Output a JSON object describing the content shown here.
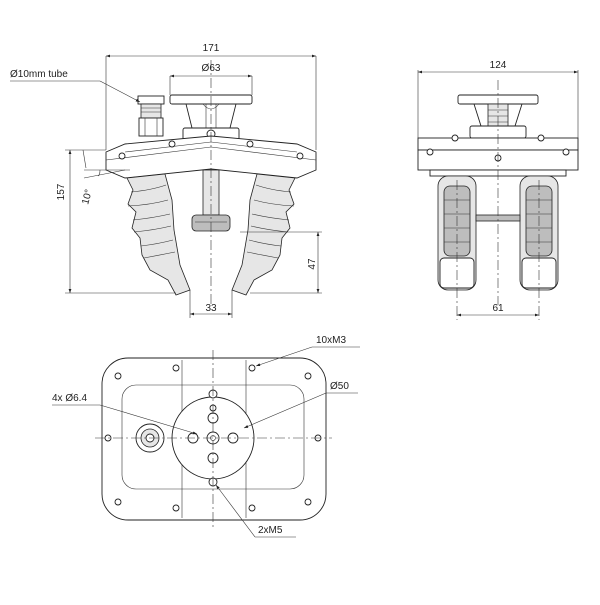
{
  "dimensions": {
    "front_width": "171",
    "flange_diameter": "Ø63",
    "tube": "Ø10mm tube",
    "height": "157",
    "angle": "10°",
    "finger_length": "47",
    "gap": "33",
    "side_width": "124",
    "side_spacing": "61",
    "thread_m3": "10xM3",
    "holes": "4x Ø6.4",
    "disc_diameter": "Ø50",
    "thread_m5": "2xM5"
  }
}
